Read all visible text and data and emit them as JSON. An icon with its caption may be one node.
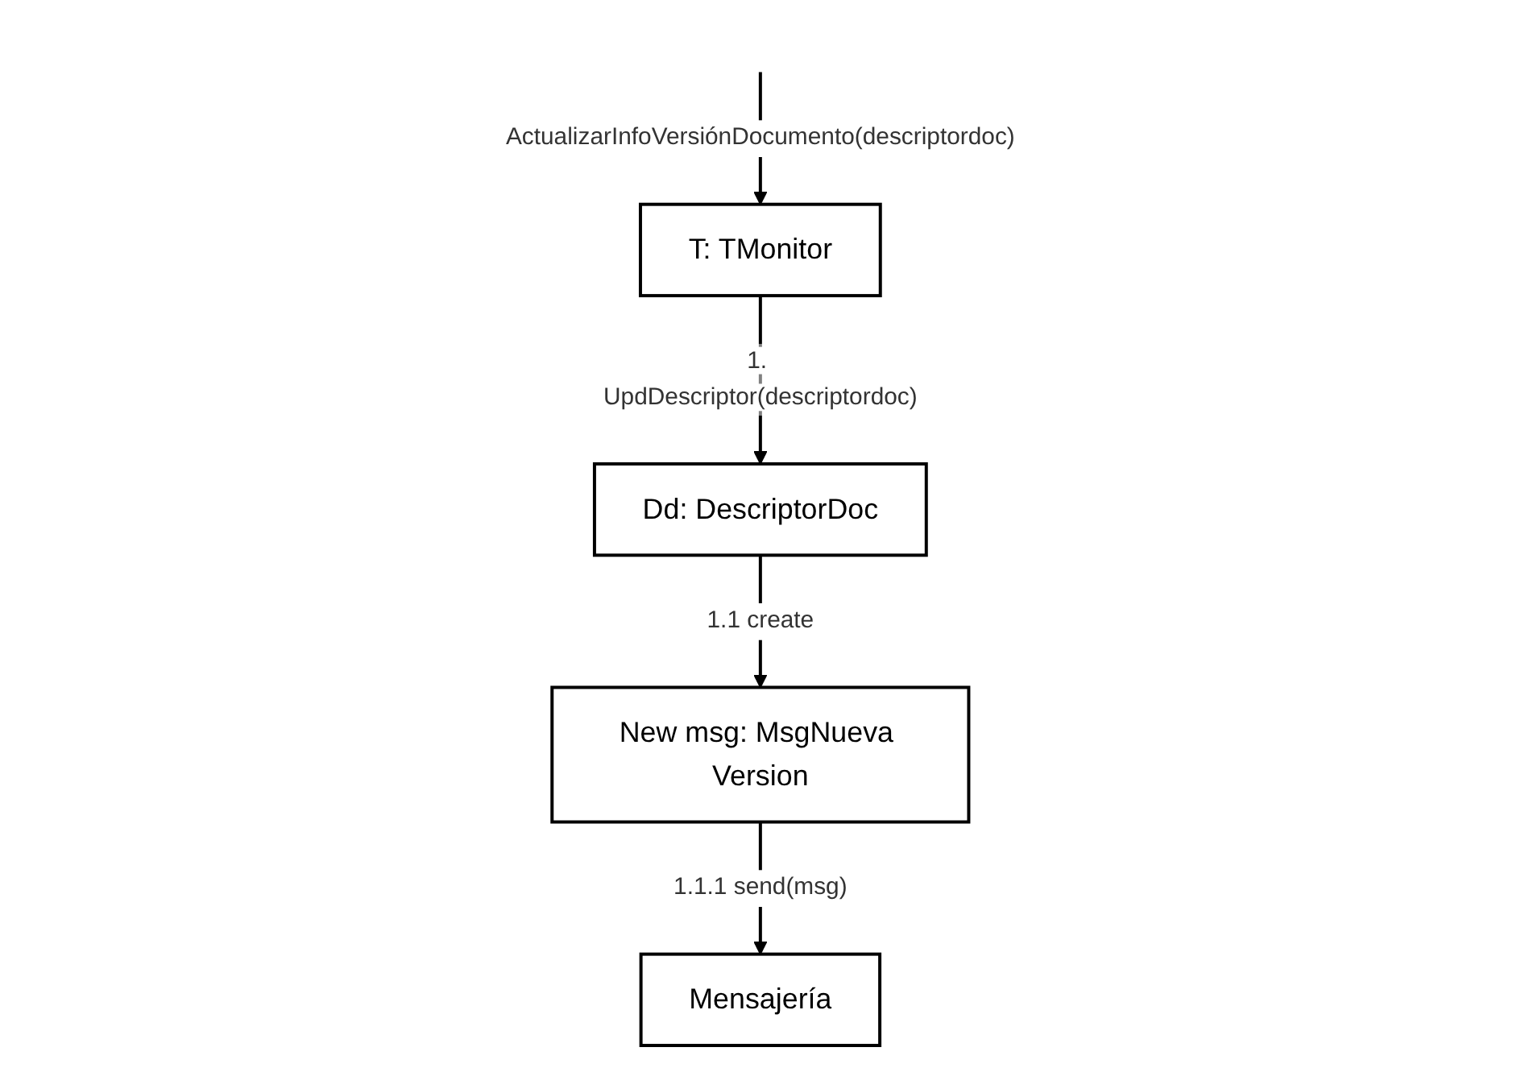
{
  "diagram": {
    "nodes": [
      {
        "text": [
          "T: TMonitor"
        ]
      },
      {
        "text": [
          "Dd: DescriptorDoc"
        ]
      },
      {
        "text": [
          "New msg: MsgNueva Version"
        ]
      },
      {
        "text": [
          "Mensajería"
        ]
      }
    ],
    "edges": [
      {
        "from": null,
        "to": 0,
        "arrow": "to",
        "label": "ActualizarInfoVersiónDocumento(descriptordoc)"
      },
      {
        "from": 0,
        "to": 1,
        "arrow": "to",
        "label": "1. UpdDescriptor(descriptordoc)"
      },
      {
        "from": 1,
        "to": 2,
        "arrow": "to",
        "label": "1.1 create"
      },
      {
        "from": 2,
        "to": 3,
        "arrow": "to",
        "label": "1.1.1 send(msg)"
      }
    ]
  }
}
